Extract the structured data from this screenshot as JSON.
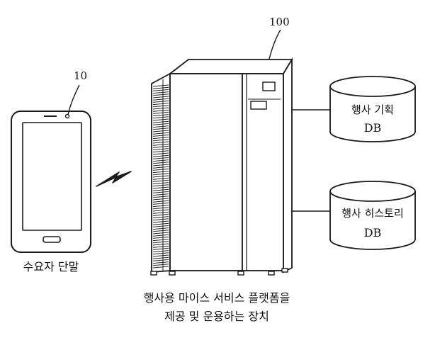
{
  "terminal": {
    "ref": "10",
    "label": "수요자 단말"
  },
  "server": {
    "ref": "100",
    "caption_line1": "행사용 마이스 서비스 플랫폼을",
    "caption_line2": "제공 및 운용하는 장치"
  },
  "databases": [
    {
      "name": "행사 기획",
      "type": "DB"
    },
    {
      "name": "행사 히스토리",
      "type": "DB"
    }
  ]
}
